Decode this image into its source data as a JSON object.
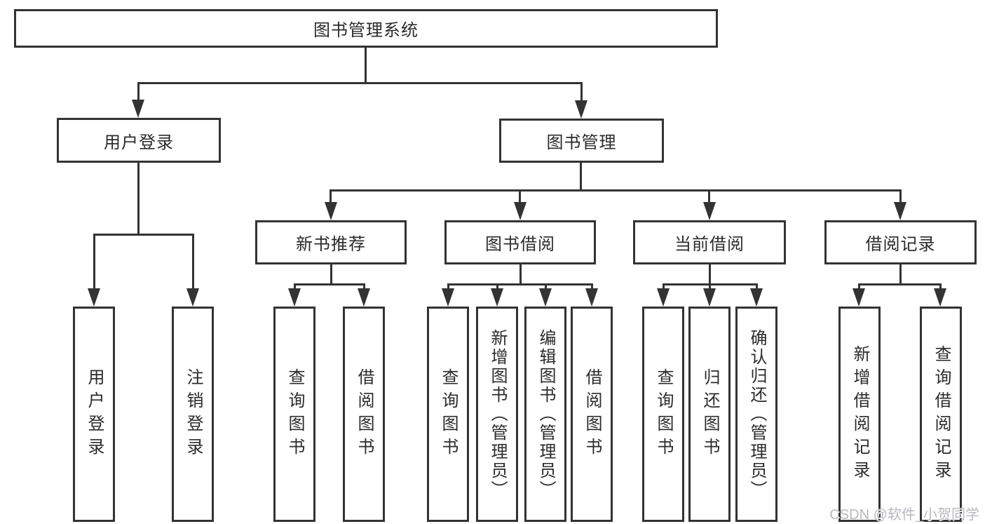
{
  "diagram": {
    "type": "tree",
    "colors": {
      "line": "#333333",
      "text": "#2b2b2b",
      "watermark": "#b9b9bf",
      "background": "#ffffff"
    },
    "tree": {
      "root": {
        "label": "图书管理系统"
      },
      "branches": [
        {
          "label": "用户登录",
          "children": [
            {
              "label": "用户登录"
            },
            {
              "label": "注销登录"
            }
          ]
        },
        {
          "label": "图书管理",
          "children": [
            {
              "label": "新书推荐",
              "children": [
                {
                  "label": "查询图书"
                },
                {
                  "label": "借阅图书"
                }
              ]
            },
            {
              "label": "图书借阅",
              "children": [
                {
                  "label": "查询图书"
                },
                {
                  "label": "新增图书（管理员）"
                },
                {
                  "label": "编辑图书（管理员）"
                },
                {
                  "label": "借阅图书"
                }
              ]
            },
            {
              "label": "当前借阅",
              "children": [
                {
                  "label": "查询图书"
                },
                {
                  "label": "归还图书"
                },
                {
                  "label": "确认归还（管理员）"
                }
              ]
            },
            {
              "label": "借阅记录",
              "children": [
                {
                  "label": "新增借阅记录"
                },
                {
                  "label": "查询借阅记录"
                }
              ]
            }
          ]
        }
      ]
    }
  },
  "watermark": {
    "text": "CSDN @软件_小贺同学"
  }
}
